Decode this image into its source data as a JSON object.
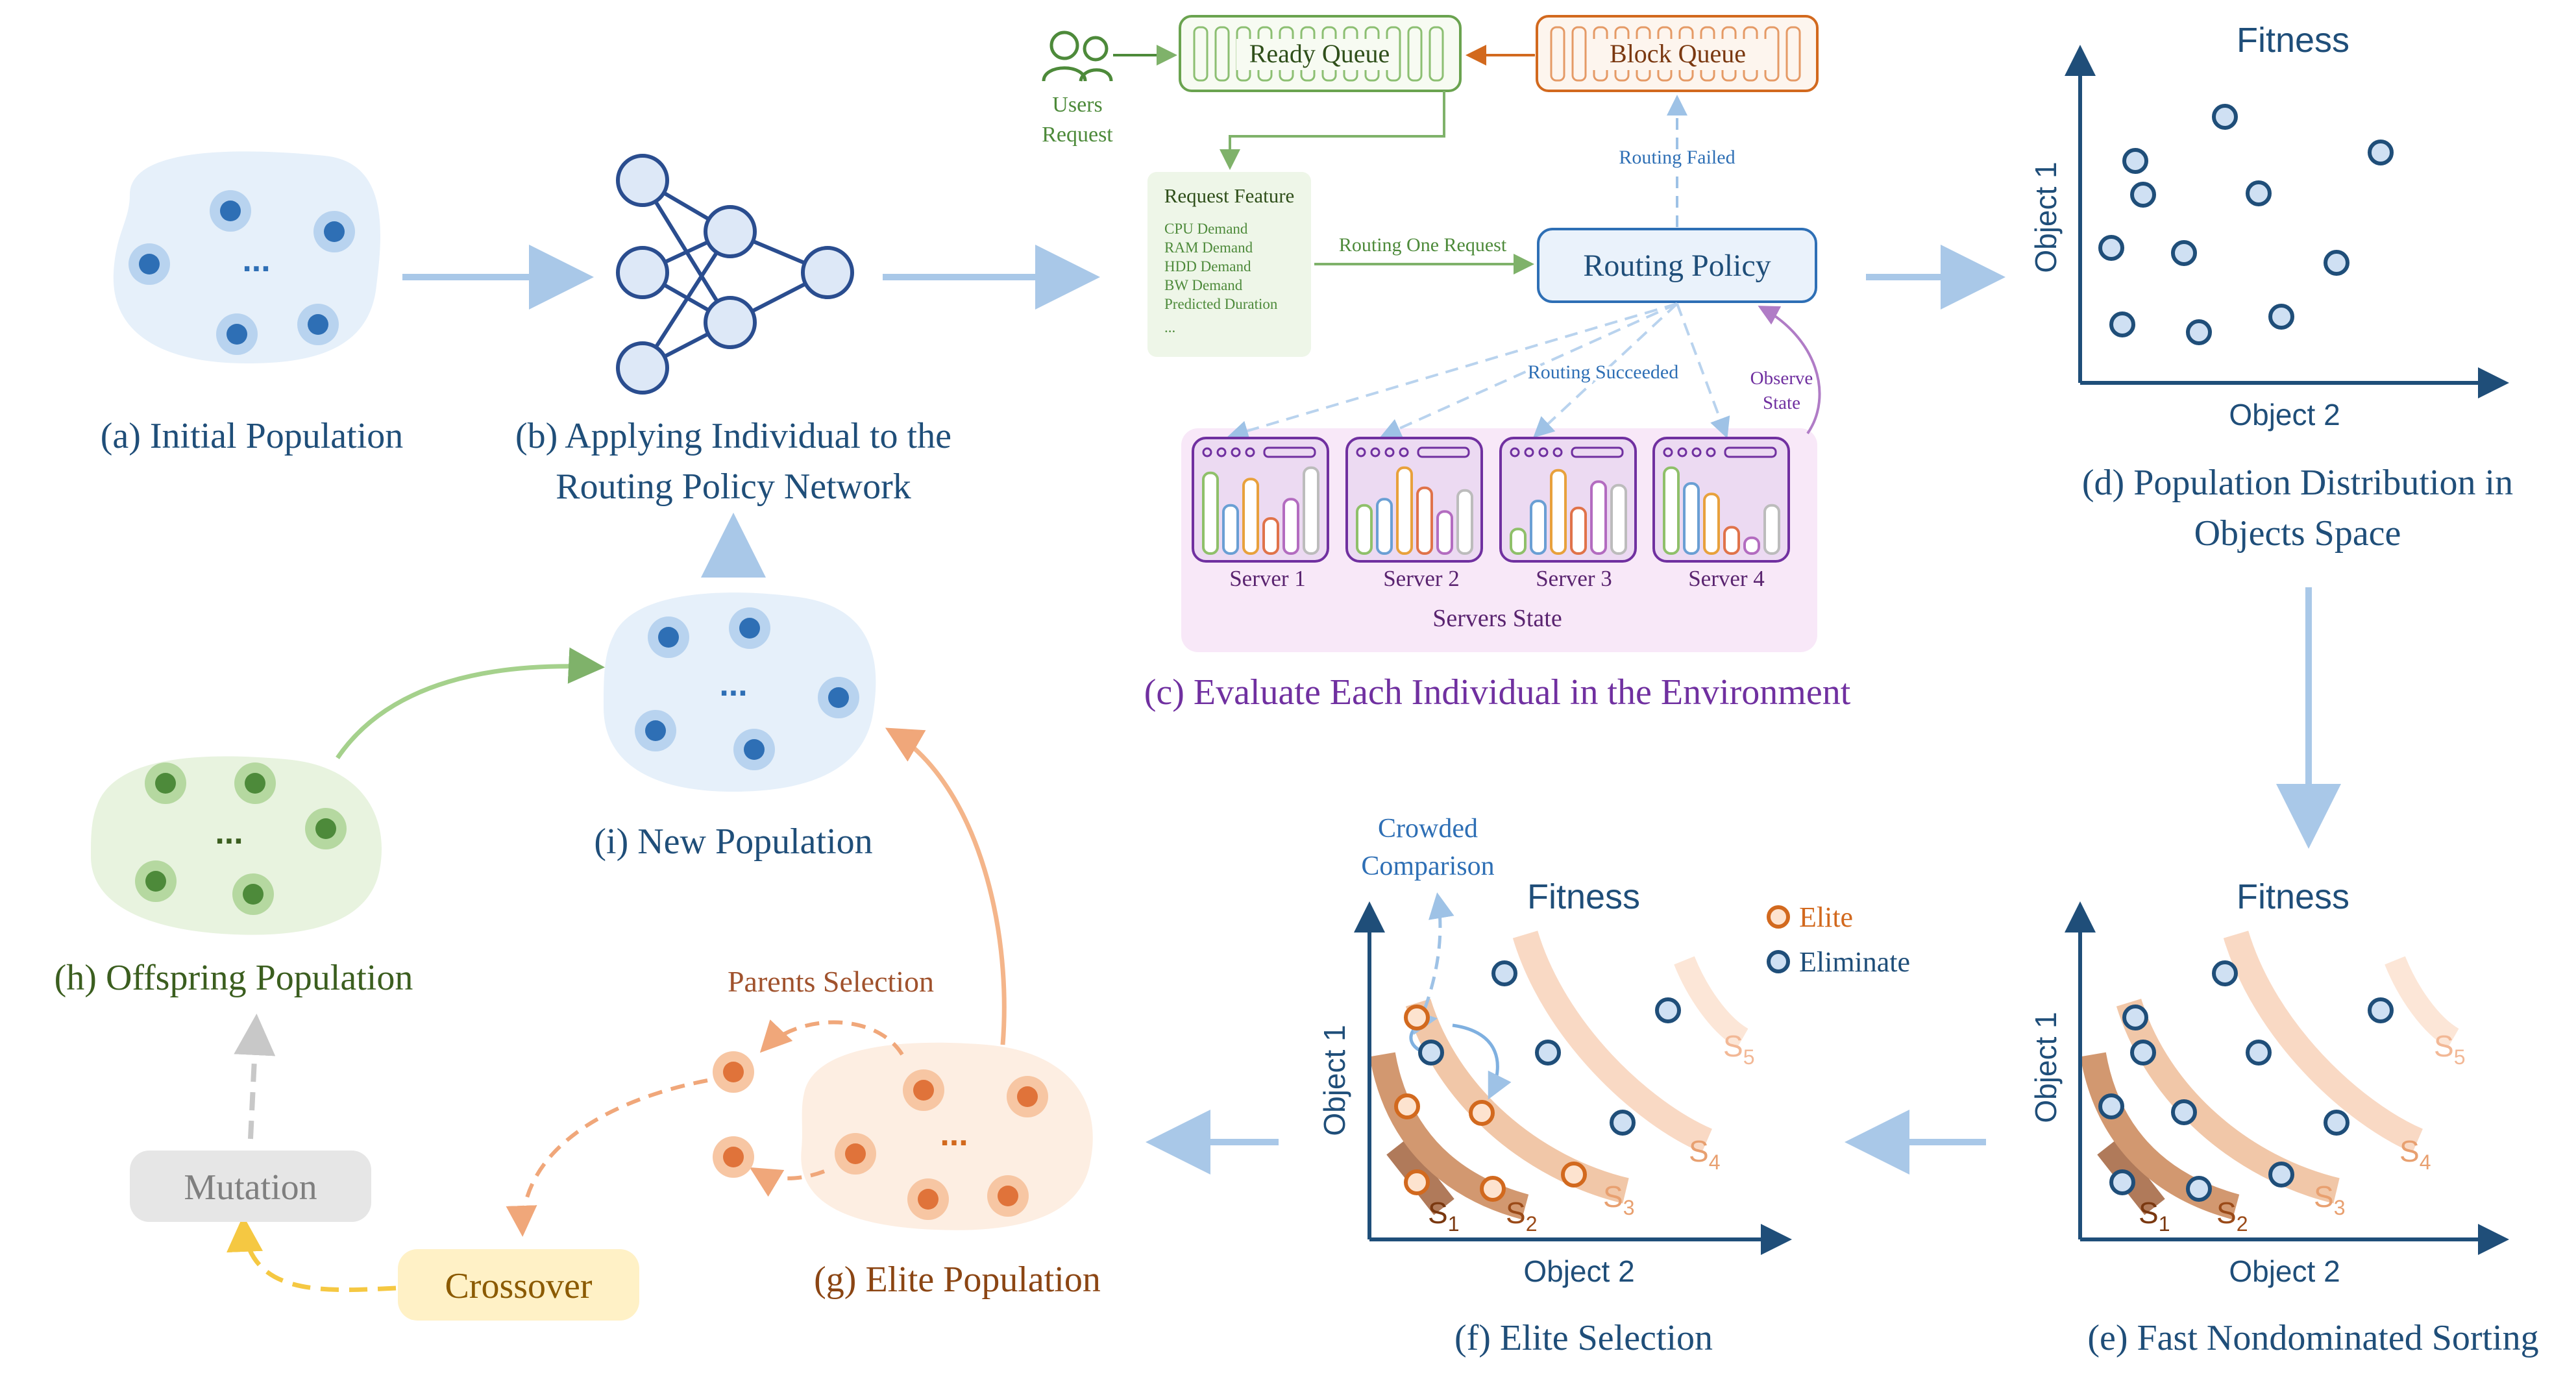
{
  "panels": {
    "a": {
      "caption": "(a) Initial Population",
      "ellipsis": "..."
    },
    "b": {
      "caption_line1": "(b) Applying Individual to the",
      "caption_line2": "Routing Policy Network"
    },
    "c": {
      "caption": "(c) Evaluate Each Individual in the Environment",
      "ready_queue": "Ready Queue",
      "block_queue": "Block Queue",
      "users_line1": "Users",
      "users_line2": "Request",
      "feature_title": "Request Feature",
      "features": [
        "CPU Demand",
        "RAM Demand",
        "HDD Demand",
        "BW Demand",
        "Predicted Duration",
        "..."
      ],
      "routing_one": "Routing One Request",
      "routing_policy": "Routing Policy",
      "routing_failed": "Routing Failed",
      "routing_succeeded": "Routing Succeeded",
      "observe_line1": "Observe",
      "observe_line2": "State",
      "servers": [
        "Server 1",
        "Server 2",
        "Server 3",
        "Server 4"
      ],
      "servers_state": "Servers State"
    },
    "d": {
      "title": "Fitness",
      "xlabel": "Object 2",
      "ylabel": "Object 1",
      "caption_line1": "(d) Population Distribution in",
      "caption_line2": "Objects Space"
    },
    "e": {
      "title": "Fitness",
      "xlabel": "Object 2",
      "ylabel": "Object 1",
      "caption": "(e) Fast Nondominated Sorting",
      "fronts": [
        "S",
        "S",
        "S",
        "S",
        "S"
      ],
      "front_subs": [
        "1",
        "2",
        "3",
        "4",
        "5"
      ]
    },
    "f": {
      "title": "Fitness",
      "xlabel": "Object 2",
      "ylabel": "Object 1",
      "caption": "(f) Elite Selection",
      "crowded_line1": "Crowded",
      "crowded_line2": "Comparison",
      "legend_elite": "Elite",
      "legend_eliminate": "Eliminate",
      "fronts": [
        "S",
        "S",
        "S",
        "S",
        "S"
      ],
      "front_subs": [
        "1",
        "2",
        "3",
        "4",
        "5"
      ]
    },
    "g": {
      "caption": "(g) Elite Population",
      "parents_selection": "Parents Selection",
      "ellipsis": "..."
    },
    "h": {
      "caption": "(h) Offspring Population",
      "ellipsis": "..."
    },
    "i": {
      "caption": "(i) New Population",
      "ellipsis": "..."
    },
    "mutation": "Mutation",
    "crossover": "Crossover"
  },
  "colors": {
    "blue_dark": "#1f4e79",
    "blue_dot": "#2e6fb5",
    "green_text": "#3b5e1f",
    "green_dot": "#4d8a3a",
    "orange": "#d2691e",
    "purple": "#7030a0",
    "gray": "#7f7f7f"
  }
}
